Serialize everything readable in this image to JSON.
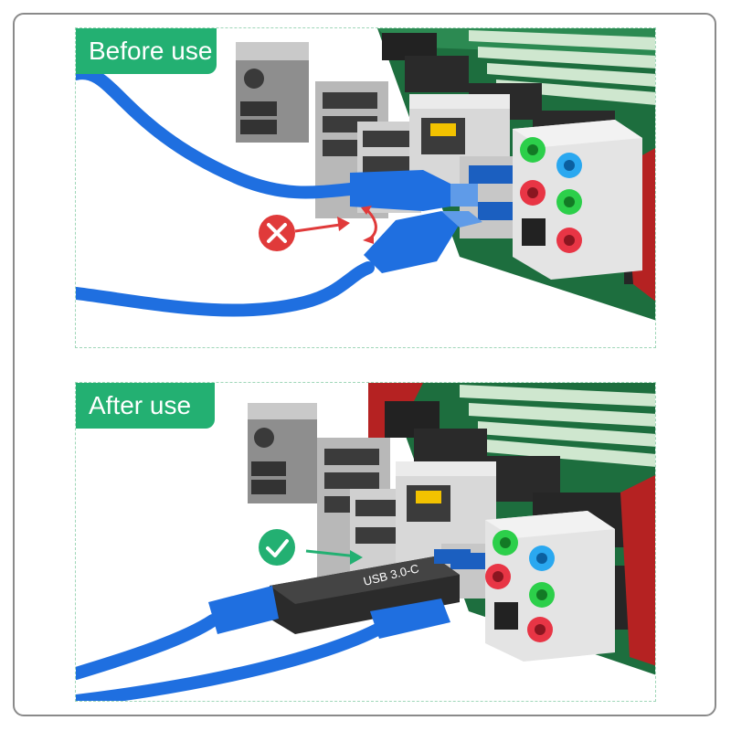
{
  "panels": {
    "before": {
      "label": "Before use"
    },
    "after": {
      "label": "After use",
      "adapter_label": "USB 3.0-C"
    }
  },
  "colors": {
    "label_bg": "#23b072",
    "cable_blue": "#1f6fe0",
    "board_green": "#1f7a45",
    "wrong_red": "#e03a3a",
    "right_green": "#23b072"
  },
  "icons": {
    "before_marker": "x-mark-icon",
    "after_marker": "check-mark-icon"
  }
}
